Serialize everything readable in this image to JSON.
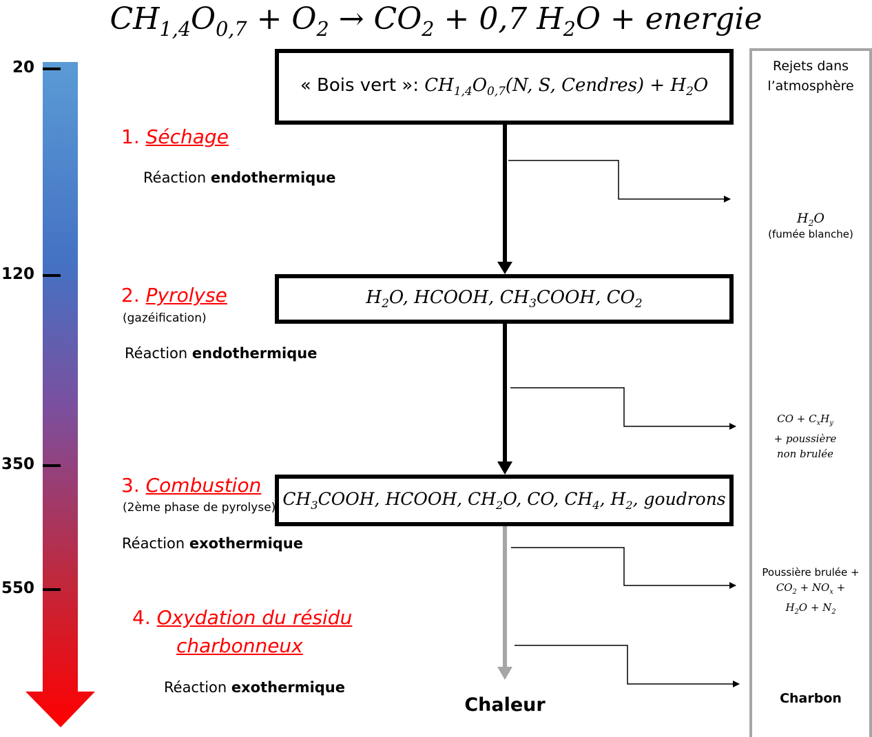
{
  "title": {
    "c1": "CH",
    "s1": "1,4",
    "c2": "O",
    "s2": "0,7",
    "c3": " + O",
    "s3": "2",
    "c4": " → CO",
    "s4": "2",
    "c5": " + 0,7 H",
    "s5": "2",
    "c6": "O + energie"
  },
  "temperature_scale": {
    "ticks": [
      {
        "label": "20",
        "level": 0.0
      },
      {
        "label": "120",
        "level": 0.333
      },
      {
        "label": "350",
        "level": 0.64
      },
      {
        "label": "550",
        "level": 0.84
      }
    ],
    "gradient_colors": [
      "#5b9bd5",
      "#4472c4",
      "#7b4f9e",
      "#c0283c",
      "#ff0000"
    ]
  },
  "boxes": {
    "b1": {
      "prefix": "« Bois vert »: ",
      "c1": "CH",
      "s1": "1,4",
      "c2": "O",
      "s2": "0,7",
      "c3": "(N, S, Cendres) + H",
      "s3": "2",
      "c4": "O"
    },
    "b2": {
      "c1": "H",
      "s1": "2",
      "c2": "O, HCOOH, CH",
      "s2": "3",
      "c3": "COOH, CO",
      "s3": "2"
    },
    "b3": {
      "c1": "CH",
      "s1": "3",
      "c2": "COOH, HCOOH, CH",
      "s2": "2",
      "c3": "O, CO, CH",
      "s3": "4",
      "c4": ", H",
      "s4": "2",
      "c5": ", goudrons"
    }
  },
  "steps": [
    {
      "num": "1. ",
      "name": "Séchage",
      "note": "",
      "reaction_prefix": "Réaction ",
      "reaction_type": "endothermique"
    },
    {
      "num": "2. ",
      "name": "Pyrolyse",
      "note": "(gazéification)",
      "reaction_prefix": "Réaction ",
      "reaction_type": "endothermique"
    },
    {
      "num": "3. ",
      "name": "Combustion",
      "note": "(2ème phase de pyrolyse)",
      "reaction_prefix": "Réaction ",
      "reaction_type": "exothermique"
    },
    {
      "num": "4. ",
      "name_line1": "Oxydation du résidu",
      "name_line2": "charbonneux",
      "note": "",
      "reaction_prefix": "Réaction ",
      "reaction_type": "exothermique"
    }
  ],
  "output": {
    "chaleur": "Chaleur"
  },
  "panel": {
    "header_line1": "Rejets dans",
    "header_line2": "l’atmosphère",
    "r1": {
      "c1": "H",
      "s1": "2",
      "c2": "O",
      "note": "(fumée blanche)"
    },
    "r2": {
      "l1c1": "CO + C",
      "l1s1": "x",
      "l1c2": "H",
      "l1s2": "y",
      "line2": "+ poussière",
      "line3": "non brulée"
    },
    "r3": {
      "line1": "Poussière brulée +",
      "l2c1": "CO",
      "l2s1": "2",
      "l2c2": " + NO",
      "l2s2": "x",
      "l2c3": " +",
      "l3c1": "H",
      "l3s1": "2",
      "l3c2": "O + N",
      "l3s2": "2"
    },
    "r4": {
      "label": "Charbon"
    }
  },
  "colors": {
    "step_title": "#ff0000",
    "panel_border": "#a6a6a6",
    "grey_arrow": "#a6a6a6"
  }
}
